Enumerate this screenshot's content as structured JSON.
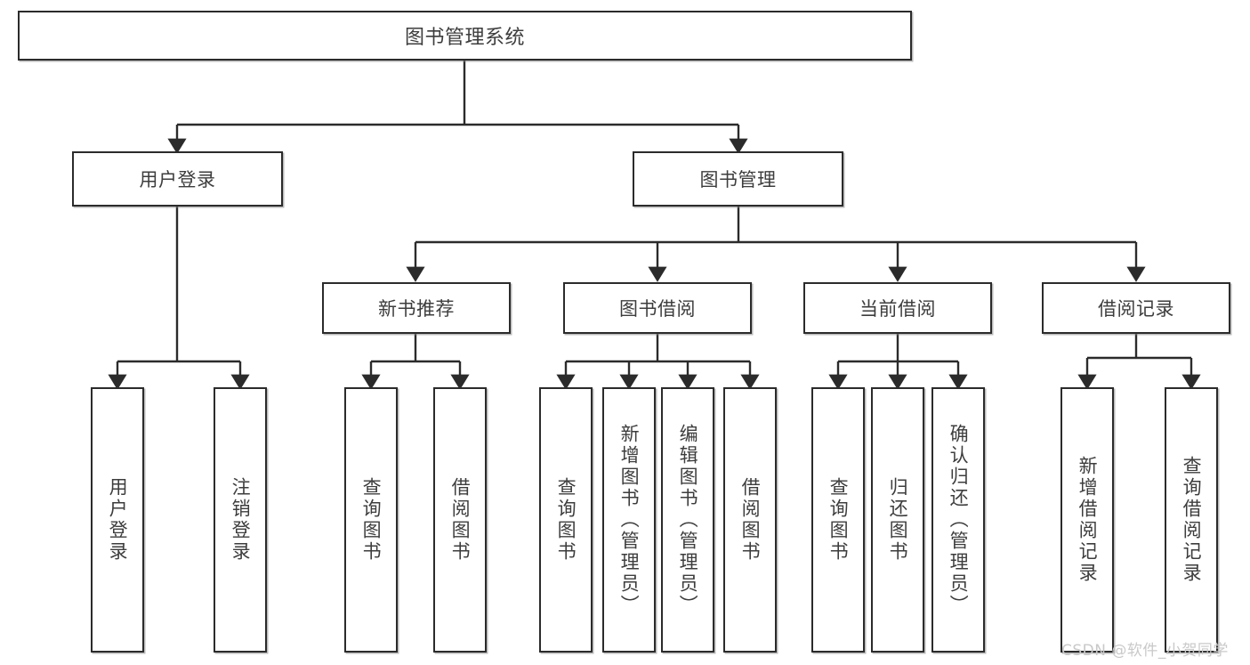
{
  "diagram": {
    "type": "tree-hierarchy",
    "title": "图书管理系统",
    "watermark": "CSDN @软件_小贺同学",
    "colors": {
      "box_border": "#2b2b2b",
      "box_fill": "#ffffff",
      "text": "#3d3d3d",
      "connector": "#2b2b2b",
      "watermark": "#c9c9c9",
      "background": "#ffffff"
    },
    "root": {
      "label": "图书管理系统"
    },
    "level2": [
      {
        "label": "用户登录"
      },
      {
        "label": "图书管理"
      }
    ],
    "level3": [
      {
        "label": "新书推荐"
      },
      {
        "label": "图书借阅"
      },
      {
        "label": "当前借阅"
      },
      {
        "label": "借阅记录"
      }
    ],
    "leaves": {
      "user_login": [
        {
          "label": "用户登录"
        },
        {
          "label": "注销登录"
        }
      ],
      "new_book_recommend": [
        {
          "label": "查询图书"
        },
        {
          "label": "借阅图书"
        }
      ],
      "book_borrow": [
        {
          "label": "查询图书"
        },
        {
          "label": "新增图书（管理员）"
        },
        {
          "label": "编辑图书（管理员）"
        },
        {
          "label": "借阅图书"
        }
      ],
      "current_borrow": [
        {
          "label": "查询图书"
        },
        {
          "label": "归还图书"
        },
        {
          "label": "确认归还（管理员）"
        }
      ],
      "borrow_record": [
        {
          "label": "新增借阅记录"
        },
        {
          "label": "查询借阅记录"
        }
      ]
    }
  }
}
